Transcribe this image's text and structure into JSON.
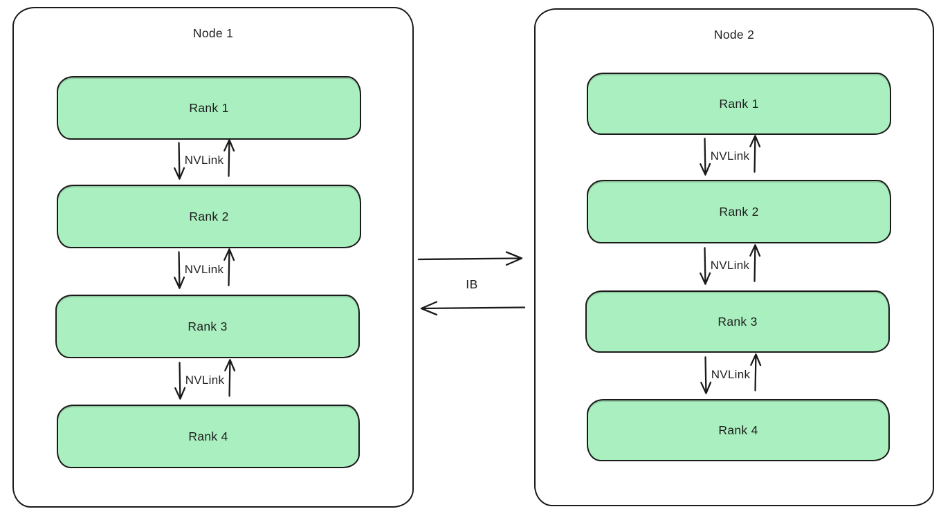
{
  "diagram": {
    "nodes": [
      {
        "title": "Node 1",
        "ranks": [
          "Rank 1",
          "Rank 2",
          "Rank 3",
          "Rank 4"
        ]
      },
      {
        "title": "Node 2",
        "ranks": [
          "Rank 1",
          "Rank 2",
          "Rank 3",
          "Rank 4"
        ]
      }
    ],
    "nvlink_label": "NVLink",
    "ib_label": "IB",
    "colors": {
      "rank_fill": "#aaefbf",
      "stroke": "#1a1a1a",
      "text": "#1d1d1d",
      "background": "#ffffff"
    }
  }
}
